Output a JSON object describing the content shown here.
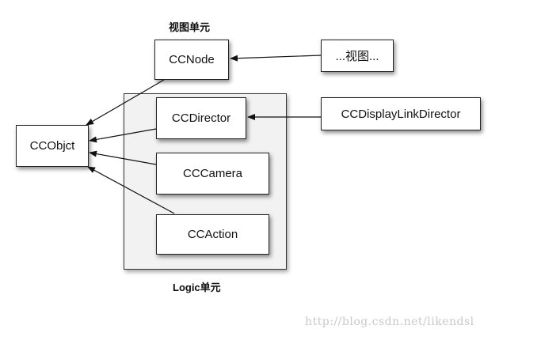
{
  "labels": {
    "view_unit": "视图单元",
    "logic_unit": "Logic单元"
  },
  "nodes": {
    "ccobject": "CCObjct",
    "ccnode": "CCNode",
    "views": "...视图...",
    "ccdirector": "CCDirector",
    "cccamera": "CCCamera",
    "ccaction": "CCAction",
    "ccdisplaylinkdirector": "CCDisplayLinkDirector"
  },
  "edges": [
    {
      "from": "ccnode",
      "to": "ccobject"
    },
    {
      "from": "ccdirector",
      "to": "ccobject"
    },
    {
      "from": "cccamera",
      "to": "ccobject"
    },
    {
      "from": "ccaction",
      "to": "ccobject"
    },
    {
      "from": "views",
      "to": "ccnode"
    },
    {
      "from": "ccdisplaylinkdirector",
      "to": "ccdirector"
    }
  ],
  "watermark": "http://blog.csdn.net/likendsl"
}
